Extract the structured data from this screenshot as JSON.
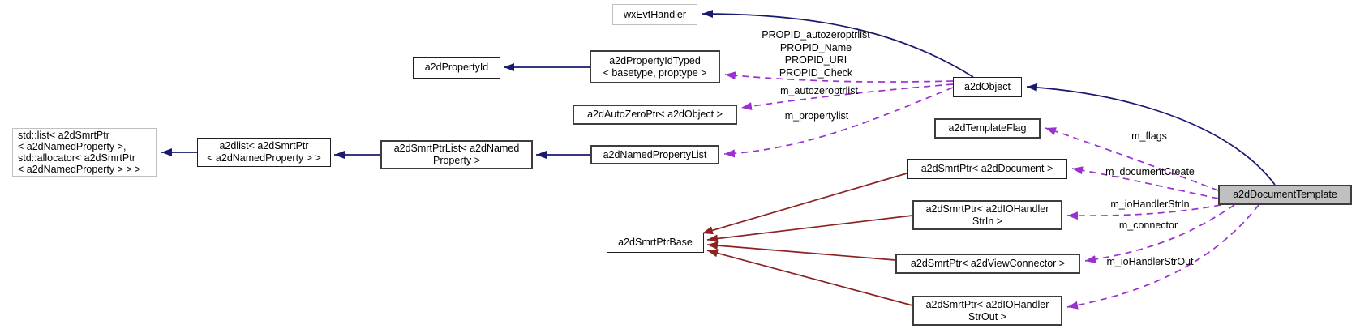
{
  "diagram": {
    "kind": "class-collaboration-graph",
    "colors": {
      "inheritance": "#191970",
      "private-inheritance": "#8b2323",
      "usage": "#9a32cd",
      "node-border": "#1f1f1f",
      "node-border-strong": "#3d3d3d",
      "external-border": "#bfbfbf",
      "selected-fill": "#c0c0c0",
      "background": "#ffffff",
      "text": "#000000"
    },
    "nodes": [
      {
        "id": "std-list",
        "lines": [
          "std::list< a2dSmrtPtr",
          "< a2dNamedProperty >,",
          " std::allocator< a2dSmrtPtr",
          "< a2dNamedProperty > > >"
        ]
      },
      {
        "id": "a2dlist",
        "lines": [
          "a2dlist< a2dSmrtPtr",
          "< a2dNamedProperty > >"
        ]
      },
      {
        "id": "a2dsmrtptrlist",
        "lines": [
          "a2dSmrtPtrList< a2dNamed",
          "Property >"
        ]
      },
      {
        "id": "a2dnamedpropertylist",
        "lines": [
          "a2dNamedPropertyList"
        ]
      },
      {
        "id": "a2dpropertyid",
        "lines": [
          "a2dPropertyId"
        ]
      },
      {
        "id": "a2dpropertyidtyped",
        "lines": [
          "a2dPropertyIdTyped",
          "< basetype, proptype >"
        ]
      },
      {
        "id": "wxevthandler",
        "lines": [
          "wxEvtHandler"
        ]
      },
      {
        "id": "a2dautozeroptr",
        "lines": [
          "a2dAutoZeroPtr< a2dObject >"
        ]
      },
      {
        "id": "a2dobject",
        "lines": [
          "a2dObject"
        ]
      },
      {
        "id": "a2dtemplateflag",
        "lines": [
          "a2dTemplateFlag"
        ]
      },
      {
        "id": "a2dsmrtptr-a2ddocument",
        "lines": [
          "a2dSmrtPtr< a2dDocument >"
        ]
      },
      {
        "id": "a2dsmrtptr-a2diohandlerstrin",
        "lines": [
          "a2dSmrtPtr< a2dIOHandler",
          "StrIn >"
        ]
      },
      {
        "id": "a2dsmrtptr-a2dviewconnector",
        "lines": [
          "a2dSmrtPtr< a2dViewConnector >"
        ]
      },
      {
        "id": "a2dsmrtptr-a2diohandlerstrout",
        "lines": [
          "a2dSmrtPtr< a2dIOHandler",
          "StrOut >"
        ]
      },
      {
        "id": "a2dsmrtptrbase",
        "lines": [
          "a2dSmrtPtrBase"
        ]
      },
      {
        "id": "a2ddocumenttemplate",
        "lines": [
          "a2dDocumentTemplate"
        ]
      }
    ],
    "edge_labels": {
      "propid": [
        "PROPID_autozeroptrlist",
        "PROPID_Name",
        "PROPID_URI",
        "PROPID_Check"
      ],
      "m_autozeroptrlist": "m_autozeroptrlist",
      "m_propertylist": "m_propertylist",
      "m_flags": "m_flags",
      "m_documentCreate": "m_documentCreate",
      "m_ioHandlerStrIn": "m_ioHandlerStrIn",
      "m_connector": "m_connector",
      "m_ioHandlerStrOut": "m_ioHandlerStrOut"
    },
    "edges": [
      {
        "from": "a2dlist",
        "to": "std-list",
        "kind": "inheritance"
      },
      {
        "from": "a2dsmrtptrlist",
        "to": "a2dlist",
        "kind": "inheritance"
      },
      {
        "from": "a2dnamedpropertylist",
        "to": "a2dsmrtptrlist",
        "kind": "inheritance"
      },
      {
        "from": "a2dpropertyidtyped",
        "to": "a2dpropertyid",
        "kind": "inheritance"
      },
      {
        "from": "a2dobject",
        "to": "wxevthandler",
        "kind": "inheritance"
      },
      {
        "from": "a2ddocumenttemplate",
        "to": "a2dobject",
        "kind": "inheritance"
      },
      {
        "from": "a2dsmrtptr-a2ddocument",
        "to": "a2dsmrtptrbase",
        "kind": "private-inheritance"
      },
      {
        "from": "a2dsmrtptr-a2diohandlerstrin",
        "to": "a2dsmrtptrbase",
        "kind": "private-inheritance"
      },
      {
        "from": "a2dsmrtptr-a2dviewconnector",
        "to": "a2dsmrtptrbase",
        "kind": "private-inheritance"
      },
      {
        "from": "a2dsmrtptr-a2diohandlerstrout",
        "to": "a2dsmrtptrbase",
        "kind": "private-inheritance"
      },
      {
        "from": "a2dobject",
        "to": "a2dpropertyidtyped",
        "kind": "usage",
        "label": "propid"
      },
      {
        "from": "a2dobject",
        "to": "a2dautozeroptr",
        "kind": "usage",
        "label": "m_autozeroptrlist"
      },
      {
        "from": "a2dobject",
        "to": "a2dnamedpropertylist",
        "kind": "usage",
        "label": "m_propertylist"
      },
      {
        "from": "a2ddocumenttemplate",
        "to": "a2dtemplateflag",
        "kind": "usage",
        "label": "m_flags"
      },
      {
        "from": "a2ddocumenttemplate",
        "to": "a2dsmrtptr-a2ddocument",
        "kind": "usage",
        "label": "m_documentCreate"
      },
      {
        "from": "a2ddocumenttemplate",
        "to": "a2dsmrtptr-a2diohandlerstrin",
        "kind": "usage",
        "label": "m_ioHandlerStrIn"
      },
      {
        "from": "a2ddocumenttemplate",
        "to": "a2dsmrtptr-a2dviewconnector",
        "kind": "usage",
        "label": "m_connector"
      },
      {
        "from": "a2ddocumenttemplate",
        "to": "a2dsmrtptr-a2diohandlerstrout",
        "kind": "usage",
        "label": "m_ioHandlerStrOut"
      }
    ]
  }
}
